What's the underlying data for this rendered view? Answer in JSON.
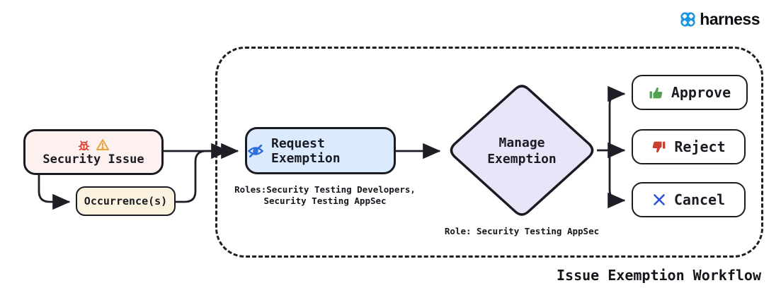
{
  "brand": {
    "name": "harness",
    "logo_icon": "harness-clover-icon",
    "logo_color": "#2196e0"
  },
  "workflow": {
    "label": "Issue Exemption Workflow",
    "nodes": {
      "security_issue": {
        "label": "Security Issue",
        "icons": [
          "bug-icon",
          "warning-icon"
        ]
      },
      "occurrence": {
        "label": "Occurrence(s)"
      },
      "request_exemption": {
        "label": "Request Exemption",
        "icon": "eye-off-icon",
        "roles_line1": "Roles:Security Testing Developers,",
        "roles_line2": "Security Testing AppSec"
      },
      "manage_exemption": {
        "label_line1": "Manage",
        "label_line2": "Exemption",
        "role_note": "Role: Security Testing AppSec"
      },
      "approve": {
        "label": "Approve",
        "icon": "thumbs-up-icon"
      },
      "reject": {
        "label": "Reject",
        "icon": "thumbs-down-icon"
      },
      "cancel": {
        "label": "Cancel",
        "icon": "x-icon"
      }
    }
  },
  "colors": {
    "ink": "#1b1b23",
    "security_issue_bg": "#fdf1ef",
    "occurrence_bg": "#fbf3e0",
    "request_bg": "#dbeafd",
    "diamond_bg": "#e8e5f9",
    "bug_red": "#dd4437",
    "warning_orange": "#e8a33d",
    "eye_blue": "#2d6fd8",
    "approve_green": "#53a053",
    "reject_red": "#c6402f",
    "cancel_blue": "#2b52d9",
    "harness_blue": "#2196e0"
  }
}
